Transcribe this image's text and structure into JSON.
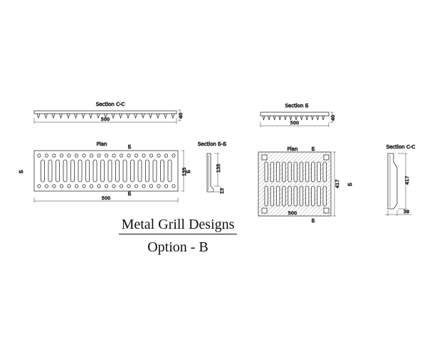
{
  "title": {
    "line1": "Metal Grill Designs",
    "line2": "Option - B"
  },
  "drawing_a": {
    "section_cc_label": "Section C-C",
    "section_cc_width": "500",
    "section_cc_height": "40",
    "plan_label": "Plan",
    "plan_width": "500",
    "plan_height": "135",
    "section_bb_label": "Section Б-Б",
    "section_bb_height": "135",
    "section_bb_depth": "13",
    "cut_mark": "Б"
  },
  "drawing_b": {
    "section_b_label": "Section Б",
    "section_b_width": "500",
    "section_b_height": "40",
    "plan_label": "Plan",
    "plan_width": "500",
    "plan_height": "417",
    "section_cc_label": "Section C-C",
    "section_cc_height": "417",
    "section_cc_depth": "38",
    "cut_mark": "Б"
  },
  "colors": {
    "line": "#333333",
    "background": "#ffffff"
  }
}
